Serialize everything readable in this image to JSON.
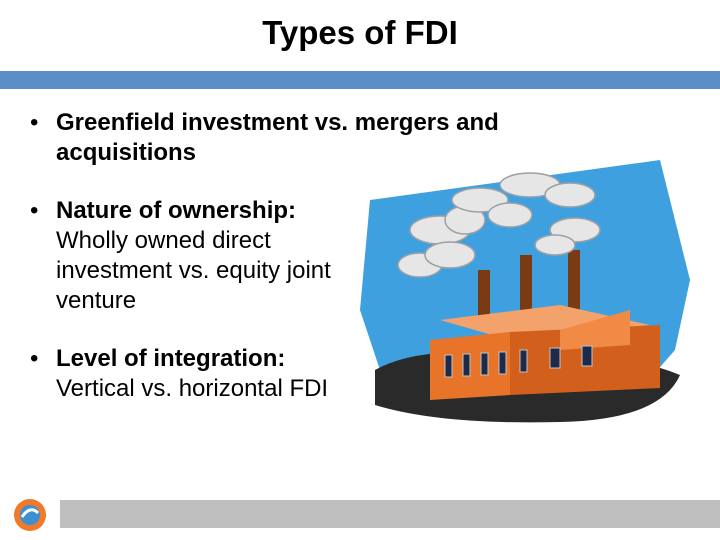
{
  "slide": {
    "title": "Types of FDI",
    "bullet_glyph": "•",
    "bullets": [
      {
        "bold": "Greenfield investment vs. mergers and acquisitions",
        "plain": ""
      },
      {
        "bold": "Nature of ownership:",
        "plain": "Wholly owned direct investment vs. equity joint venture"
      },
      {
        "bold": "Level of integration:",
        "plain": "Vertical vs. horizontal FDI"
      }
    ]
  },
  "illustration": {
    "name": "factory-clipart",
    "colors": {
      "sky": "#3fa0e0",
      "factory": "#e8742a",
      "ground": "#2a2a2a"
    }
  },
  "theme": {
    "accent": "#5a8cc6",
    "footer": "#bfbfbf"
  }
}
